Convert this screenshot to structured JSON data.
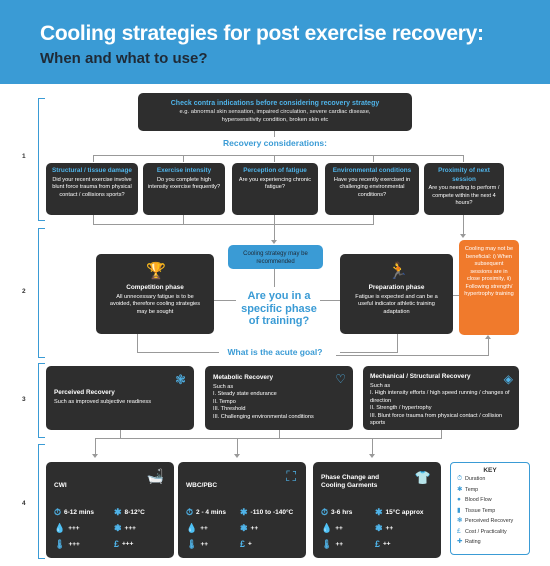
{
  "header": {
    "title": "Cooling strategies for post exercise recovery:",
    "subtitle": "When and what to use?"
  },
  "sections": [
    "1",
    "2",
    "3",
    "4"
  ],
  "contra": {
    "title": "Check contra indications before considering recovery strategy",
    "body": "e.g. abnormal skin sensation, impaired circulation, severe cardiac disease, hypersensitivity condition, broken skin etc"
  },
  "recovery_considerations": "Recovery considerations:",
  "considerations": [
    {
      "title": "Structural / tissue damage",
      "body": "Did your recent exercise involve blunt force trauma from physical contact / collisions sports?"
    },
    {
      "title": "Exercise intensity",
      "body": "Do you complete high intensity exercise frequently?"
    },
    {
      "title": "Perception of fatigue",
      "body": "Are you experiencing chronic fatigue?"
    },
    {
      "title": "Environmental conditions",
      "body": "Have you recently exercised in challenging environmental conditions?"
    },
    {
      "title": "Proximity of next session",
      "body": "Are you needing to perform / compete within the next 4 hours?"
    }
  ],
  "cooling_may_rec": "Cooling strategy may be recommended",
  "competition": {
    "title": "Competition phase",
    "body": "All unnecessary fatigue is to be avoided, therefore cooling strategies may be sought"
  },
  "question_phase": "Are you in a specific phase of training?",
  "preparation": {
    "title": "Preparation phase",
    "body": "Fatigue is expected and can be a useful indicator athletic training adaptation"
  },
  "not_beneficial": "Cooling may not be beneficial: i) When subsequent sessions are in close proximity, ii) Following strength/ hypertrophy training",
  "acute_goal": "What is the acute goal?",
  "goals": {
    "perceived": {
      "title": "Perceived Recovery",
      "body": "Such as improved subjective readiness"
    },
    "metabolic": {
      "title": "Metabolic Recovery",
      "intro": "Such as",
      "items": [
        "I.   Steady state endurance",
        "II.  Tempo",
        "III. Threshold",
        "III. Challenging environmental conditions"
      ]
    },
    "mechanical": {
      "title": "Mechanical / Structural Recovery",
      "intro": "Such as",
      "items": [
        "I.   High intensity efforts / high speed running / changes of direction",
        "II.  Strength / hypertrophy",
        "III. Blunt force trauma from physical contact / collision sports"
      ]
    }
  },
  "strategies": [
    {
      "name": "CWI",
      "duration": "6-12 mins",
      "temp": "8-12°C",
      "blood": "+++",
      "perceived": "+++",
      "tissue": "+++",
      "cost": "+++"
    },
    {
      "name": "WBC/PBC",
      "duration": "2 - 4 mins",
      "temp": "-110 to -140°C",
      "blood": "++",
      "perceived": "++",
      "tissue": "++",
      "cost": "+"
    },
    {
      "name": "Phase Change and Cooling Garments",
      "duration": "3-6 hrs",
      "temp": "15°C approx",
      "blood": "++",
      "perceived": "++",
      "tissue": "++",
      "cost": "++"
    }
  ],
  "key": {
    "title": "KEY",
    "items": [
      {
        "icon": "stopwatch-icon",
        "label": "Duration"
      },
      {
        "icon": "snowflake-icon",
        "label": "Temp"
      },
      {
        "icon": "droplet-icon",
        "label": "Blood Flow"
      },
      {
        "icon": "thermometer-icon",
        "label": "Tissue Temp"
      },
      {
        "icon": "brain-icon",
        "label": "Perceived Recovery"
      },
      {
        "icon": "pound-icon",
        "label": "Cost / Practicality"
      },
      {
        "icon": "plus-icon",
        "label": "Rating"
      }
    ]
  },
  "colors": {
    "accent": "#3a9bd5",
    "box": "#2e2e2e",
    "orange": "#f07a2c"
  }
}
